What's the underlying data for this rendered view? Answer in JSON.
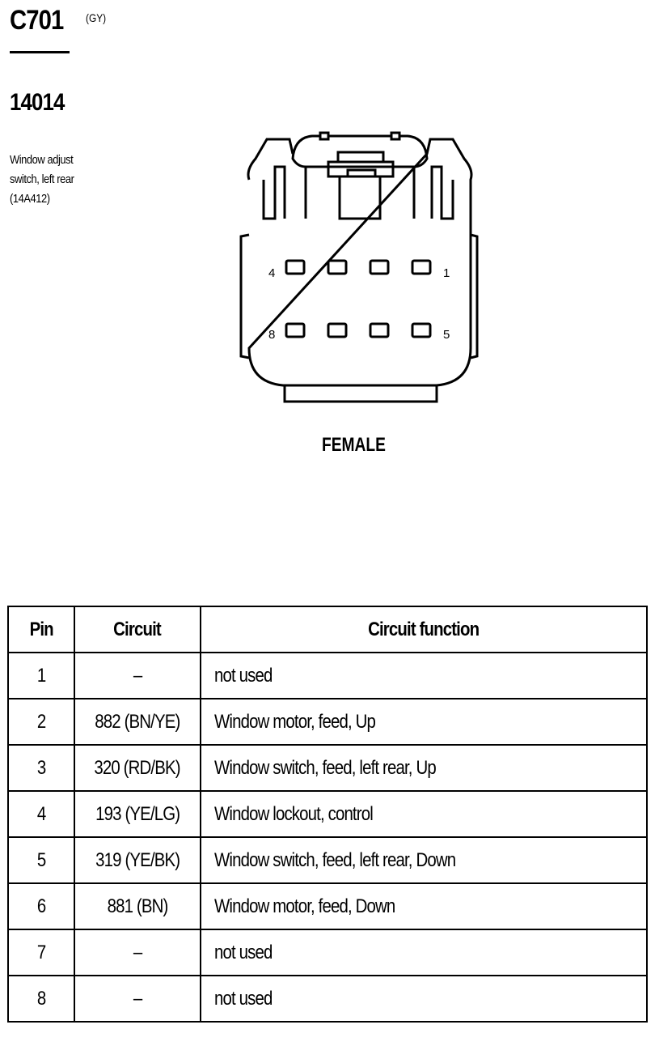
{
  "connector": {
    "id": "C701",
    "color_code": "(GY)",
    "part_number": "14014",
    "description": [
      "Window adjust",
      "switch, left rear",
      "(14A412)"
    ]
  },
  "diagram": {
    "view": "FEMALE",
    "pin_labels": {
      "top_left": "4",
      "top_right": "1",
      "bottom_left": "8",
      "bottom_right": "5"
    }
  },
  "table": {
    "headers": [
      "Pin",
      "Circuit",
      "Circuit function"
    ],
    "rows": [
      [
        "1",
        "–",
        "not used"
      ],
      [
        "2",
        "882 (BN/YE)",
        "Window motor, feed, Up"
      ],
      [
        "3",
        "320 (RD/BK)",
        "Window switch, feed, left rear, Up"
      ],
      [
        "4",
        "193 (YE/LG)",
        "Window lockout, control"
      ],
      [
        "5",
        "319 (YE/BK)",
        "Window switch, feed, left rear, Down"
      ],
      [
        "6",
        "881 (BN)",
        "Window motor, feed, Down"
      ],
      [
        "7",
        "–",
        "not used"
      ],
      [
        "8",
        "–",
        "not used"
      ]
    ]
  }
}
